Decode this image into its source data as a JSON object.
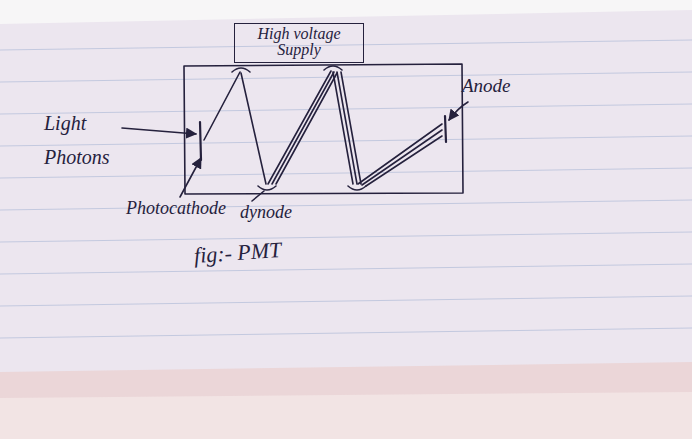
{
  "diagram": {
    "caption": "fig:- PMT",
    "nodes": [
      {
        "text": [
          "High voltage Supply"
        ]
      }
    ],
    "labels": [
      "Anode",
      "Light Photons",
      "Photocathode",
      "dynode"
    ]
  }
}
